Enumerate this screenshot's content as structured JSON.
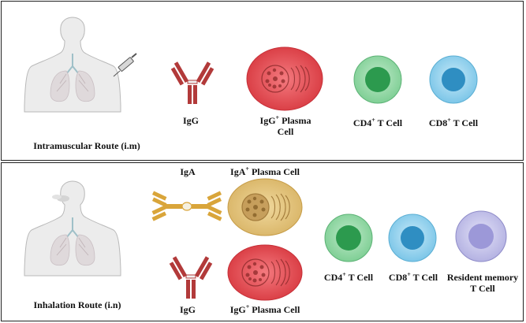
{
  "top_panel": {
    "route_label": "Intramuscular Route (i.m)",
    "antibody_label": "IgG",
    "plasma_label_main": "IgG",
    "plasma_label_sup": "+",
    "plasma_label_rest": " Plasma",
    "plasma_label_line2": "Cell",
    "cd4_main": "CD4",
    "cd4_sup": "+",
    "cd4_rest": " T Cell",
    "cd8_main": "CD8",
    "cd8_sup": "+",
    "cd8_rest": " T Cell"
  },
  "bottom_panel": {
    "route_label": "Inhalation Route (i.n)",
    "iga_label": "IgA",
    "iga_plasma_main": "IgA",
    "iga_plasma_sup": "+",
    "iga_plasma_rest": " Plasma Cell",
    "igg_label": "IgG",
    "igg_plasma_main": "IgG",
    "igg_plasma_sup": "+",
    "igg_plasma_rest": " Plasma Cell",
    "cd4_main": "CD4",
    "cd4_sup": "+",
    "cd4_rest": " T Cell",
    "cd8_main": "CD8",
    "cd8_sup": "+",
    "cd8_rest": " T Cell",
    "resident_line1": "Resident memory",
    "resident_line2": "T Cell"
  },
  "colors": {
    "antibody_red": "#b23a3a",
    "antibody_gold": "#d9a53a",
    "plasma_red": "#e2484e",
    "plasma_gold": "#e0c27a",
    "cd4_green": "#7fcf95",
    "cd8_blue": "#7cc6e8",
    "resident_purple": "#b9b8e6"
  }
}
